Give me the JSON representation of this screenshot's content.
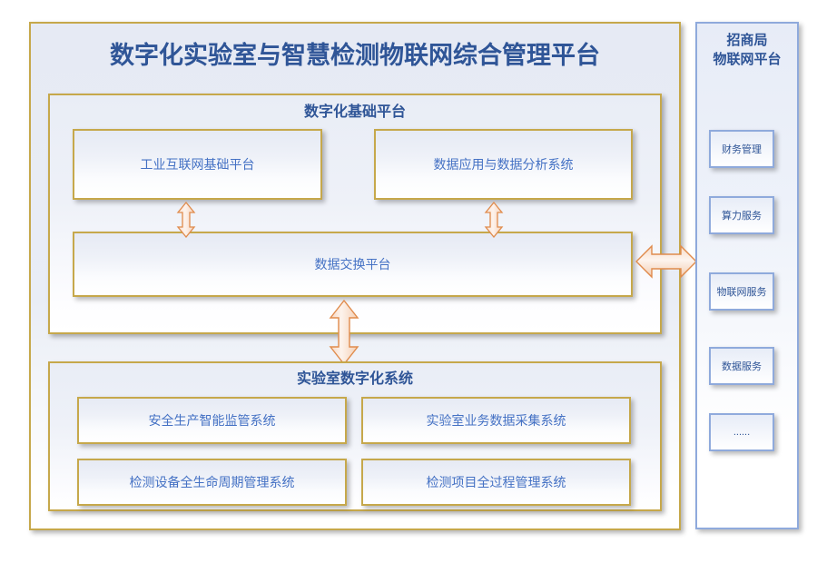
{
  "colors": {
    "gold_border": "#c6a84b",
    "blue_border": "#8faadc",
    "title_blue": "#2f5597",
    "label_blue": "#4471c4",
    "arrow_outline": "#e08b4c",
    "page_background": "#ffffff"
  },
  "main": {
    "title": "数字化实验室与智慧检测物联网综合管理平台"
  },
  "digital_platform": {
    "header": "数字化基础平台",
    "boxes": [
      {
        "label": "工业互联网基础平台"
      },
      {
        "label": "数据应用与数据分析系统"
      }
    ],
    "exchange": {
      "label": "数据交换平台"
    }
  },
  "lab_system": {
    "header": "实验室数字化系统",
    "boxes": [
      {
        "label": "安全生产智能监管系统"
      },
      {
        "label": "实验室业务数据采集系统"
      },
      {
        "label": "检测设备全生命周期管理系统"
      },
      {
        "label": "检测项目全过程管理系统"
      }
    ]
  },
  "sidebar": {
    "title_line1": "招商局",
    "title_line2": "物联网平台",
    "items": [
      {
        "label": "财务管理"
      },
      {
        "label": "算力服务"
      },
      {
        "label": "物联网服务"
      },
      {
        "label": "数据服务"
      },
      {
        "label": "......"
      }
    ]
  },
  "arrows": [
    {
      "name": "industrial-to-exchange",
      "direction": "vertical-bidirectional"
    },
    {
      "name": "analysis-to-exchange",
      "direction": "vertical-bidirectional"
    },
    {
      "name": "exchange-to-lab",
      "direction": "vertical-bidirectional"
    },
    {
      "name": "platform-to-iot-sidebar",
      "direction": "horizontal-bidirectional"
    }
  ]
}
